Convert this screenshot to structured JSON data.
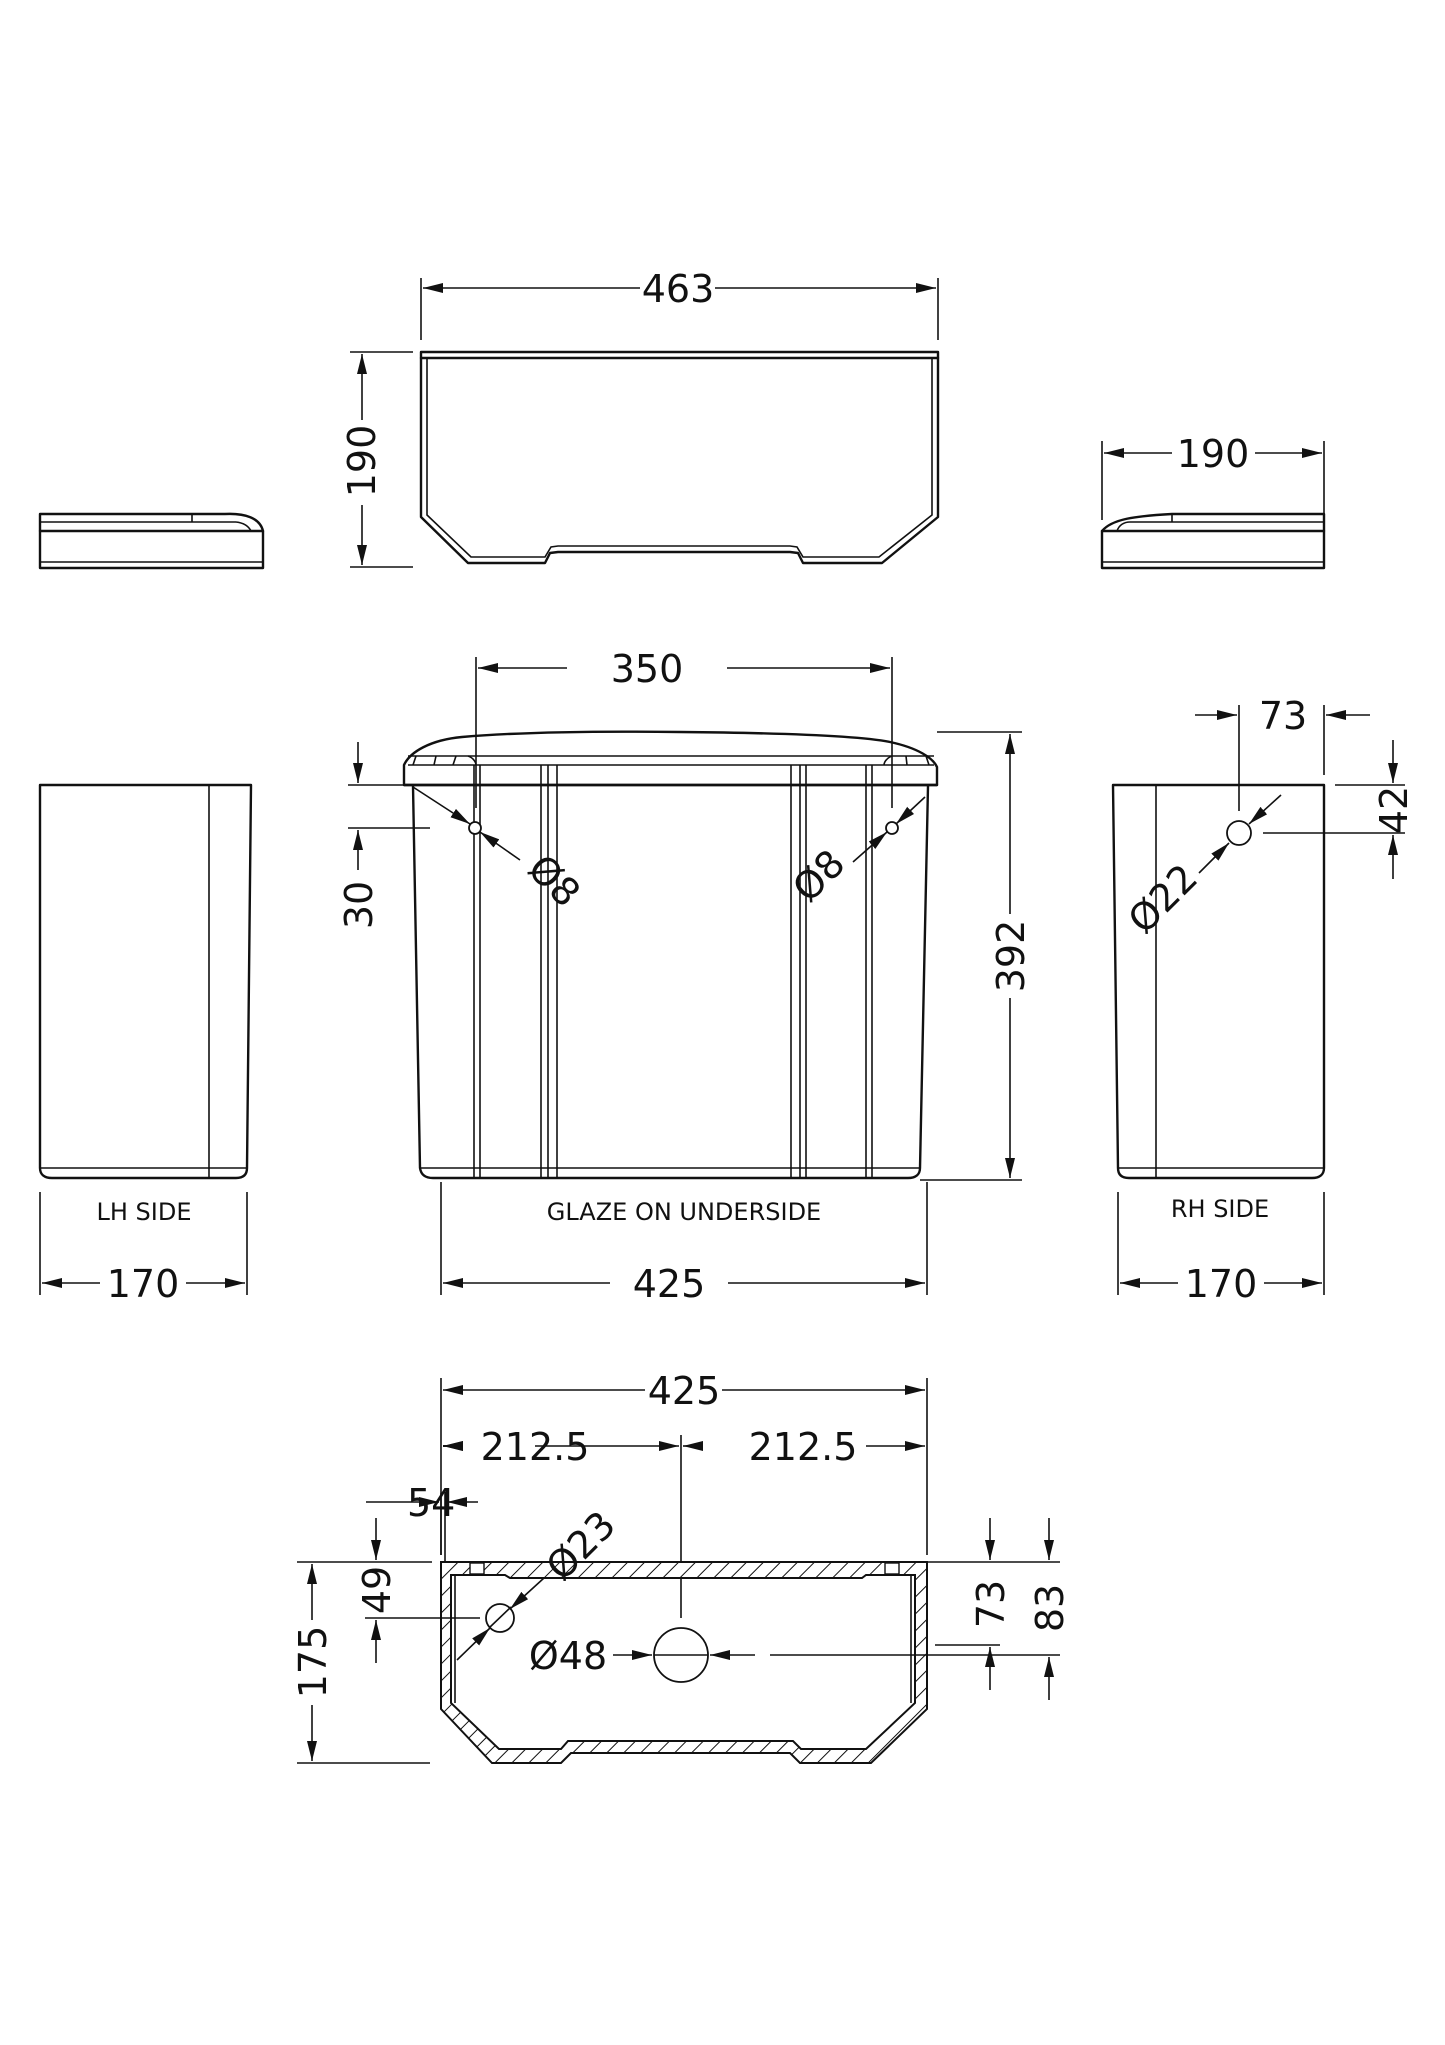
{
  "drawing": {
    "title": "Cistern technical dimension drawing",
    "views": {
      "lid_top": {
        "width": "463",
        "depth": "190"
      },
      "lid_side": {
        "depth": "190"
      },
      "front": {
        "hole_spacing": "350",
        "hole_from_top": "30",
        "left_hole_diameter": "Ø8",
        "right_hole_diameter": "Ø8",
        "height": "392",
        "width": "425",
        "note": "GLAZE ON UNDERSIDE"
      },
      "lh_side": {
        "label": "LH SIDE",
        "depth": "170"
      },
      "rh_side": {
        "label": "RH SIDE",
        "depth": "170",
        "hole_from_back": "73",
        "hole_from_top": "42",
        "hole_diameter": "Ø22"
      },
      "plan": {
        "width": "425",
        "half_left": "212.5",
        "half_right": "212.5",
        "inlet_from_side": "54",
        "inlet_from_back": "49",
        "inlet_diameter": "Ø23",
        "depth": "175",
        "outlet_diameter": "Ø48",
        "outlet_from_back_inner": "73",
        "outlet_from_back_outer": "83"
      }
    },
    "colors": {
      "line": "#111111",
      "background": "#ffffff"
    }
  }
}
